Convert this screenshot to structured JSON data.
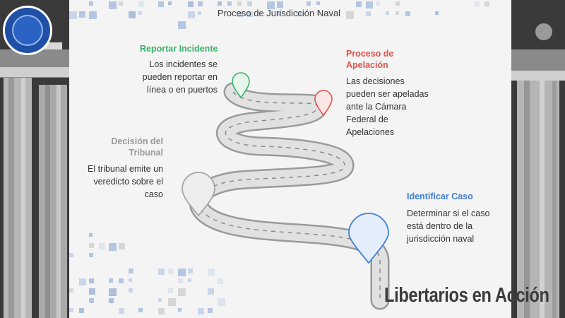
{
  "diagram": {
    "title": "Proceso de Jurisdicción Naval",
    "steps": [
      {
        "title": "Reportar Incidente",
        "description": [
          "Los incidentes se",
          "pueden reportar en",
          "línea o en puertos"
        ],
        "color": "#3ab36b"
      },
      {
        "title": [
          "Proceso de",
          "Apelación"
        ],
        "description": [
          "Las decisiones",
          "pueden ser apeladas",
          "ante la Cámara",
          "Federal de",
          "Apelaciones"
        ],
        "color": "#e2504a"
      },
      {
        "title": [
          "Decisión del",
          "Tribunal"
        ],
        "description": [
          "El tribunal emite un",
          "veredicto sobre el",
          "caso"
        ],
        "color": "#9a9a9a"
      },
      {
        "title": "Identificar Caso",
        "description": [
          "Determinar si el caso",
          "está dentro de la",
          "jurisdicción naval"
        ],
        "color": "#3f7fd6"
      }
    ]
  },
  "branding": {
    "watermark": "Libertarios en Acción"
  },
  "colors": {
    "accent_blue": "#1f4fa6",
    "panel_bg": "#f4f4f4"
  }
}
